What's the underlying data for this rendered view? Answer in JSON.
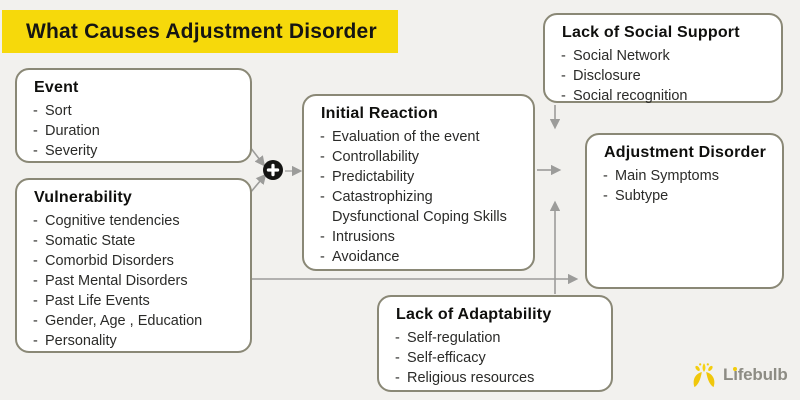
{
  "title_banner": {
    "text": "What Causes Adjustment Disorder"
  },
  "bullet_char": "-",
  "boxes": {
    "event": {
      "title": "Event",
      "items": [
        {
          "text": "Sort"
        },
        {
          "text": "Duration"
        },
        {
          "text": "Severity"
        }
      ]
    },
    "vulnerability": {
      "title": "Vulnerability",
      "items": [
        {
          "text": "Cognitive tendencies"
        },
        {
          "text": "Somatic State"
        },
        {
          "text": "Comorbid Disorders"
        },
        {
          "text": "Past Mental Disorders"
        },
        {
          "text": "Past Life Events"
        },
        {
          "text": "Gender, Age , Education"
        },
        {
          "text": "Personality"
        }
      ]
    },
    "initial_reaction": {
      "title": "Initial Reaction",
      "items": [
        {
          "text": "Evaluation of the event"
        },
        {
          "text": "Controllability"
        },
        {
          "text": "Predictability"
        },
        {
          "text": "Catastrophizing"
        },
        {
          "text": "Dysfunctional Coping Skills",
          "continuation": true
        },
        {
          "text": "Intrusions"
        },
        {
          "text": "Avoidance"
        }
      ]
    },
    "lack_social_support": {
      "title": "Lack of Social Support",
      "items": [
        {
          "text": "Social Network"
        },
        {
          "text": "Disclosure"
        },
        {
          "text": "Social recognition"
        }
      ]
    },
    "adjustment_disorder": {
      "title": "Adjustment Disorder",
      "items": [
        {
          "text": "Main Symptoms"
        },
        {
          "text": "Subtype"
        }
      ]
    },
    "lack_adaptability": {
      "title": "Lack of Adaptability",
      "items": [
        {
          "text": "Self-regulation"
        },
        {
          "text": "Self-efficacy"
        },
        {
          "text": "Religious resources"
        }
      ]
    }
  },
  "logo": {
    "label": "Lifebulb",
    "part1": "L",
    "part2": "ı",
    "part3": "febulb"
  },
  "icons": {
    "plus_icon": "✚",
    "lifebulb_icon": "yellow sunburst bulb"
  },
  "colors": {
    "background": "#f2f1ee",
    "banner_bg": "#f6d90b",
    "title_text": "#151513",
    "box_border": "#8a8876",
    "box_bg": "#ffffff",
    "arrow": "#9c9c9a",
    "plus_icon_bg": "#141413",
    "logo_text": "#8d8c84",
    "logo_yellow": "#f2cc0c"
  }
}
